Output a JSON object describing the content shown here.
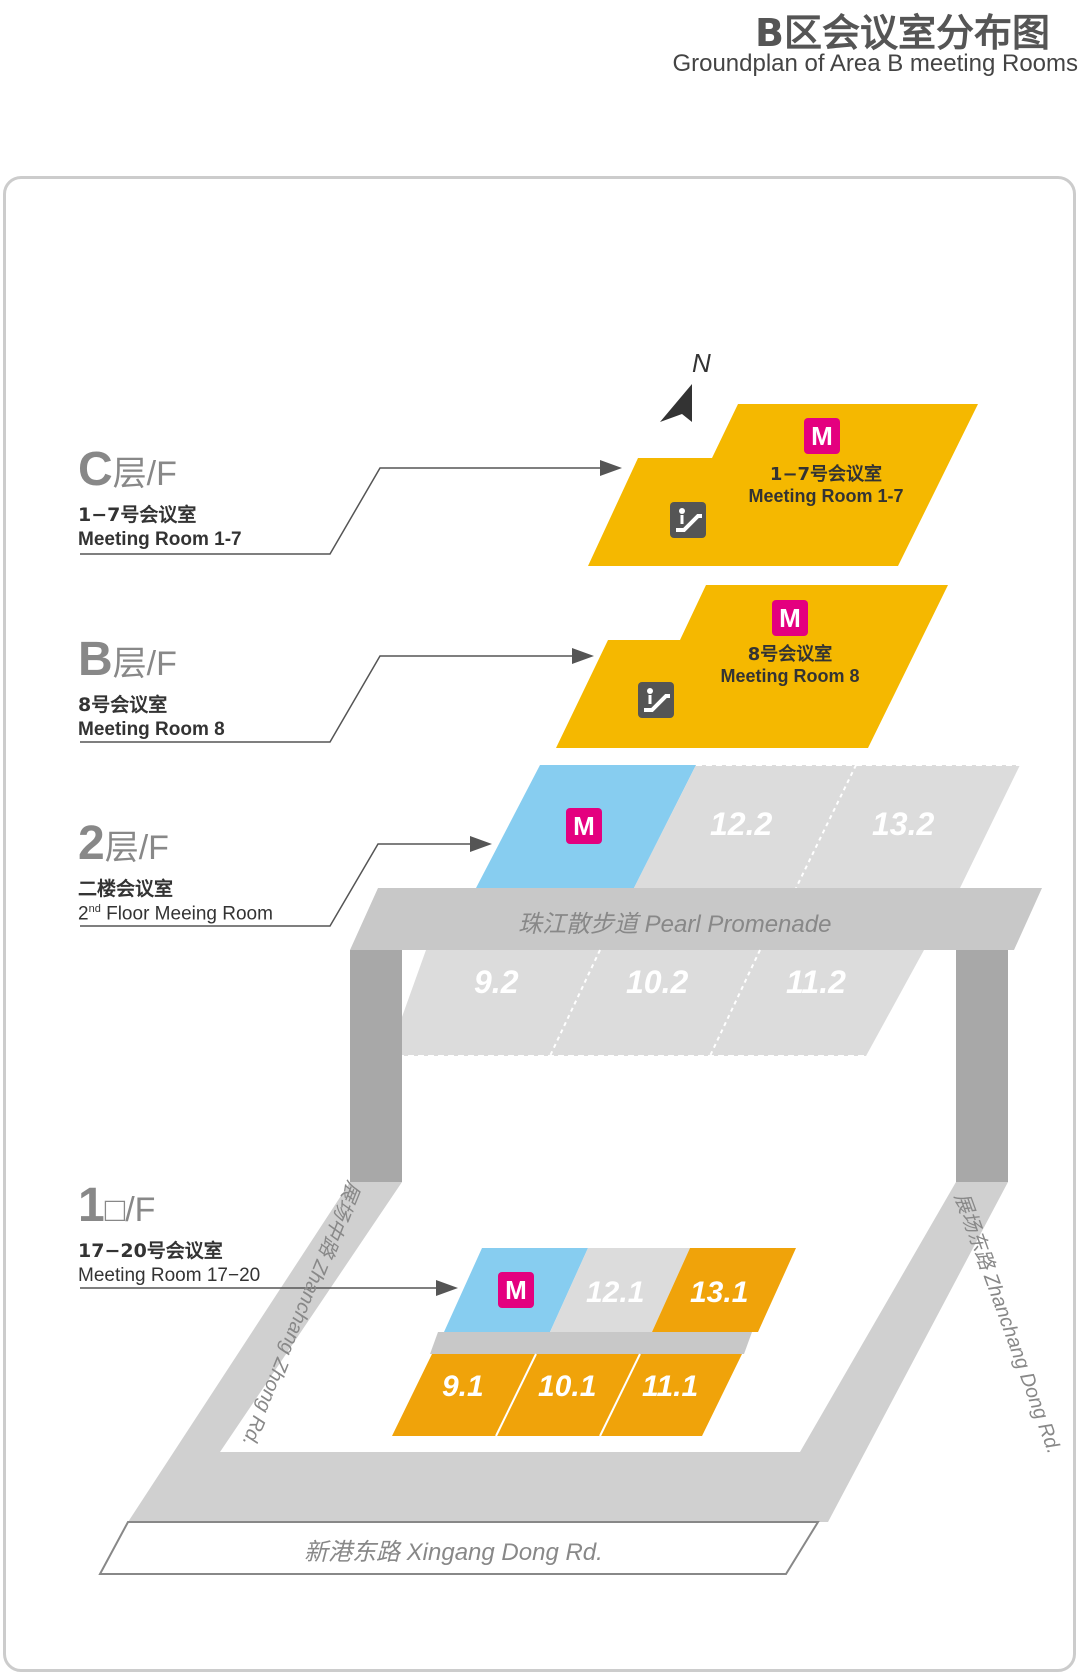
{
  "header": {
    "title_cn": "B区会议室分布图",
    "title_en": "Groundplan of Area B meeting Rooms"
  },
  "compass": {
    "label": "N"
  },
  "floors": {
    "c": {
      "code": "C",
      "unit": "层/F",
      "room_cn": "1−7号会议室",
      "room_en": "Meeting Room 1-7"
    },
    "b": {
      "code": "B",
      "unit": "层/F",
      "room_cn": "8号会议室",
      "room_en": "Meeting Room 8"
    },
    "f2": {
      "code": "2",
      "unit": "层/F",
      "room_cn": "二楼会议室",
      "room_en_pre": "2",
      "room_en_sup": "nd",
      "room_en_post": " Floor Meeing Room"
    },
    "f1": {
      "code": "1",
      "unit": "□/F",
      "room_cn": "17−20号会议室",
      "room_en": "Meeting Room 17−20"
    }
  },
  "plans": {
    "c": {
      "badge": "M",
      "room_cn": "1−7号会议室",
      "room_en": "Meeting Room 1-7"
    },
    "b": {
      "badge": "M",
      "room_cn": "8号会议室",
      "room_en": "Meeting Room 8"
    },
    "f2": {
      "badge": "M",
      "halls": [
        "12.2",
        "13.2",
        "9.2",
        "10.2",
        "11.2"
      ]
    },
    "f1": {
      "badge": "M",
      "halls": [
        "12.1",
        "13.1",
        "9.1",
        "10.1",
        "11.1"
      ]
    }
  },
  "roads": {
    "promenade": {
      "cn": "珠江散步道",
      "en": "Pearl Promenade"
    },
    "xingang": {
      "cn": "新港东路",
      "en": "Xingang Dong Rd."
    },
    "zhong": {
      "cn": "展场中路",
      "en": "Zhanchang Zhong Rd."
    },
    "dong": {
      "cn": "展场东路",
      "en": "Zhanchang Dong Rd."
    }
  },
  "colors": {
    "yellow": "#f5b800",
    "orange": "#f0a30a",
    "blue": "#87cdf0",
    "gray": "#c8c8c8",
    "light_gray": "#dcdcdc",
    "magenta": "#e4007f"
  }
}
